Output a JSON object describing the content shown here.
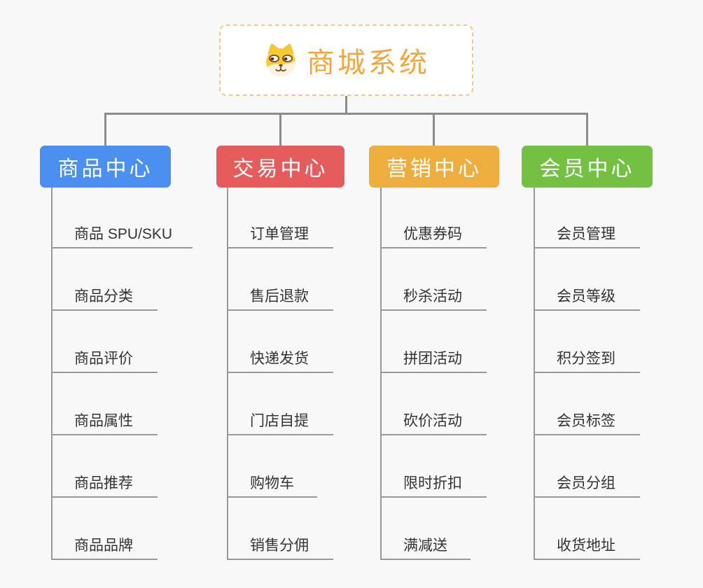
{
  "page": {
    "background_color": "#F8F8F8"
  },
  "root": {
    "title": "商城系统",
    "title_color": "#F0A73E",
    "border_color": "#F0C888",
    "icon": "doge-face-icon",
    "icon_colors": {
      "fur": "#F8CA33",
      "muzzle": "#FBF3E2",
      "outline": "#7B4B1F"
    }
  },
  "connectors": {
    "tree_line_color": "#8C8C8C",
    "item_line_color": "#999999"
  },
  "branches": [
    {
      "label": "商品中心",
      "color": "#4B90F0",
      "items": [
        "商品 SPU/SKU",
        "商品分类",
        "商品评价",
        "商品属性",
        "商品推荐",
        "商品品牌"
      ]
    },
    {
      "label": "交易中心",
      "color": "#E65C5C",
      "items": [
        "订单管理",
        "售后退款",
        "快递发货",
        "门店自提",
        "购物车",
        "销售分佣"
      ]
    },
    {
      "label": "营销中心",
      "color": "#EEAE3F",
      "items": [
        "优惠券码",
        "秒杀活动",
        "拼团活动",
        "砍价活动",
        "限时折扣",
        "满减送"
      ]
    },
    {
      "label": "会员中心",
      "color": "#74C043",
      "items": [
        "会员管理",
        "会员等级",
        "积分签到",
        "会员标签",
        "会员分组",
        "收货地址"
      ]
    }
  ]
}
